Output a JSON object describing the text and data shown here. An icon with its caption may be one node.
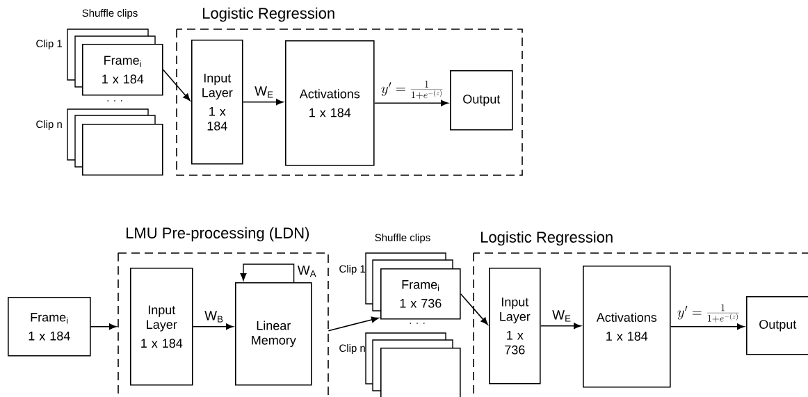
{
  "diagram": {
    "nodes": [
      {
        "text": [
          "Frame$_{i}$",
          "1 x 184"
        ],
        "beside": [
          "Clip 1"
        ]
      },
      {
        "text": [],
        "shape": "box",
        "beside": [
          "Clip n"
        ]
      },
      {
        "text": [
          "Logistic Regression"
        ]
      },
      {
        "text": [
          "Input Layer",
          "1 x 184"
        ],
        "in": 2
      },
      {
        "text": [
          "Activations",
          "1 x 184"
        ],
        "in": 2
      },
      {
        "text": [
          "Output"
        ],
        "in": 2
      },
      {
        "text": [
          "Frame$_{i}$",
          "1 x 184"
        ]
      },
      {
        "text": [
          "LMU Pre-processing (LDN)"
        ]
      },
      {
        "text": [
          "Input Layer",
          "1 x 184"
        ],
        "in": 7
      },
      {
        "text": [
          "Linear Memory"
        ],
        "in": 7
      },
      {
        "text": [
          "Frame$_{i}$",
          "1 x 736"
        ],
        "beside": [
          "Clip 1"
        ]
      },
      {
        "text": [],
        "shape": "box",
        "beside": [
          "Clip n"
        ]
      },
      {
        "text": [
          "Logistic Regression"
        ]
      },
      {
        "text": [
          "Input Layer",
          "1 x 736"
        ],
        "in": 12
      },
      {
        "text": [
          "Activations",
          "1 x 184"
        ],
        "in": 12
      },
      {
        "text": [
          "Output"
        ],
        "in": 12
      }
    ],
    "edges": [
      {
        "from": 0,
        "to": 3,
        "arrow": "to"
      },
      {
        "from": 3,
        "to": 4,
        "arrow": "to",
        "label": "W$_{E}$"
      },
      {
        "from": 4,
        "to": 5,
        "arrow": "to",
        "label": "y' = \\frac{1}{1+e^{-(z)}}"
      },
      {
        "from": 6,
        "to": 7,
        "arrow": "to"
      },
      {
        "from": 8,
        "to": 9,
        "arrow": "to",
        "label": "W$_{B}$"
      },
      {
        "from": 9,
        "to": 9,
        "arrow": "to",
        "label": "W$_{A}$"
      },
      {
        "from": 7,
        "to": 10,
        "arrow": "to"
      },
      {
        "from": 10,
        "to": 13,
        "arrow": "to"
      },
      {
        "from": 13,
        "to": 14,
        "arrow": "to",
        "label": "W$_{E}$"
      },
      {
        "from": 14,
        "to": 15,
        "arrow": "to",
        "label": "y' = \\frac{1}{1+e^{-(z)}}"
      }
    ],
    "labels": [
      "Shuffle clips",
      ". . .",
      "Shuffle clips",
      ". . ."
    ]
  }
}
